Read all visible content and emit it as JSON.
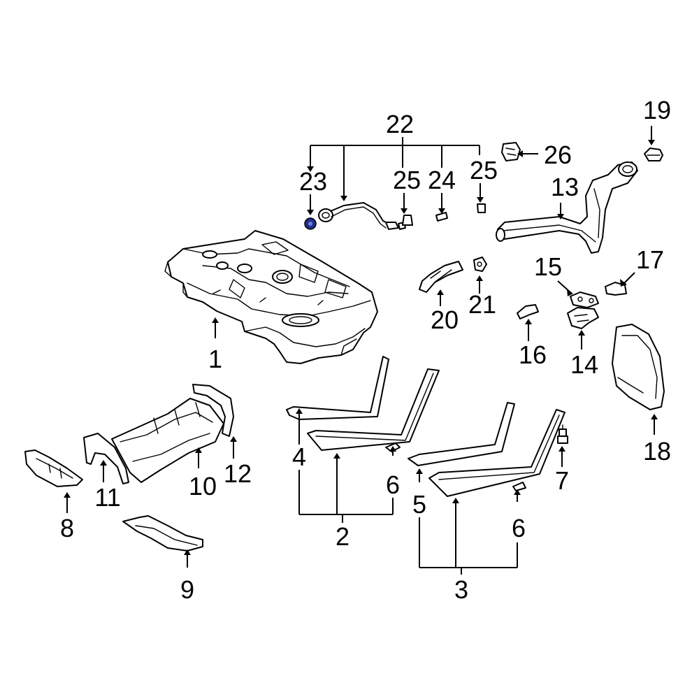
{
  "labels": {
    "p1": "1",
    "p2": "2",
    "p3": "3",
    "p4": "4",
    "p5": "5",
    "p6a": "6",
    "p6b": "6",
    "p7": "7",
    "p8": "8",
    "p9": "9",
    "p10": "10",
    "p11": "11",
    "p12": "12",
    "p13": "13",
    "p14": "14",
    "p15": "15",
    "p16": "16",
    "p17": "17",
    "p18": "18",
    "p19": "19",
    "p20": "20",
    "p21": "21",
    "p22": "22",
    "p23": "23",
    "p24": "24",
    "p25a": "25",
    "p25b": "25",
    "p26": "26"
  },
  "colors": {
    "line": "#000000",
    "highlight": "#1f2f8a",
    "background": "#ffffff"
  }
}
